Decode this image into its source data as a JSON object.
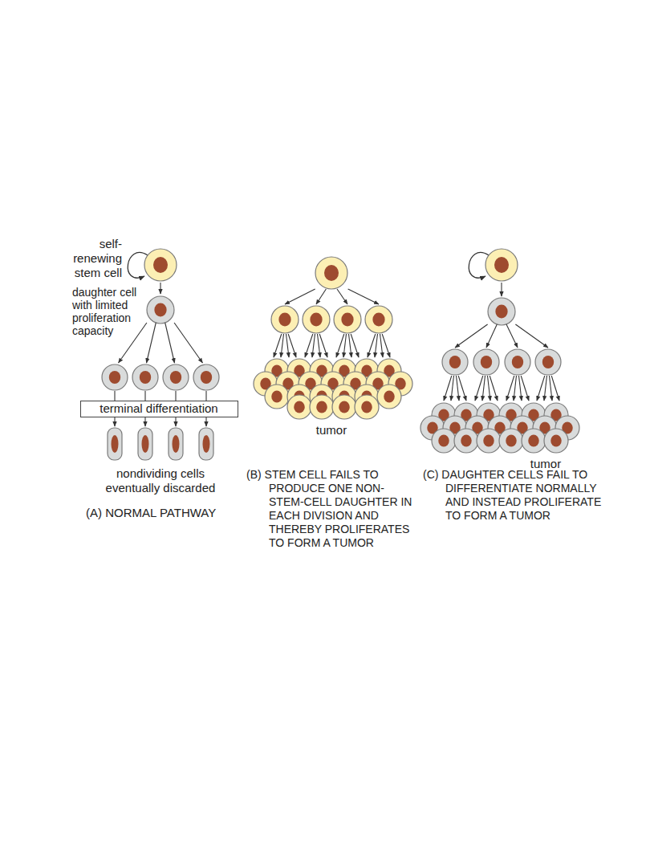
{
  "diagram": {
    "nodes": [
      {
        "text": [
          "terminal differentiation"
        ]
      }
    ],
    "labels": [
      "self-renewing stem cell",
      "daughter cell with limited proliferation capacity",
      "nondividing cells eventually discarded",
      "(A) NORMAL PATHWAY",
      "tumor",
      "(B) STEM CELL FAILS TO PRODUCE ONE NON-STEM-CELL DAUGHTER IN EACH DIVISION AND THEREBY PROLIFERATES TO FORM A TUMOR",
      "tumor",
      "(C) DAUGHTER CELLS FAIL TO DIFFERENTIATE NORMALLY AND INSTEAD PROLIFERATE TO FORM A TUMOR"
    ]
  }
}
